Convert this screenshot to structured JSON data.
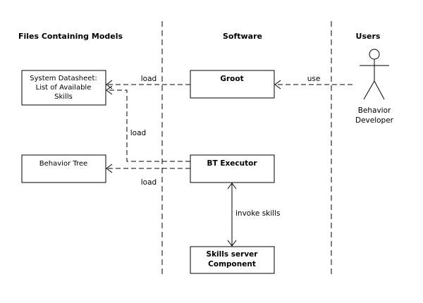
{
  "headers": {
    "files": "Files Containing  Models",
    "software": "Software",
    "users": "Users"
  },
  "boxes": {
    "system_datasheet": [
      "System Datasheet:",
      "List of Available",
      "Skills"
    ],
    "behavior_tree": "Behavior Tree",
    "groot": "Groot",
    "bt_executor": "BT Executor",
    "skills_server": [
      "Skills server",
      "Component"
    ]
  },
  "actor": {
    "label": [
      "Behavior",
      "Developer"
    ]
  },
  "edges": {
    "groot_load": "load",
    "executor_load_datasheet": "load",
    "executor_load_tree": "load",
    "use": "use",
    "invoke": "invoke skills"
  }
}
